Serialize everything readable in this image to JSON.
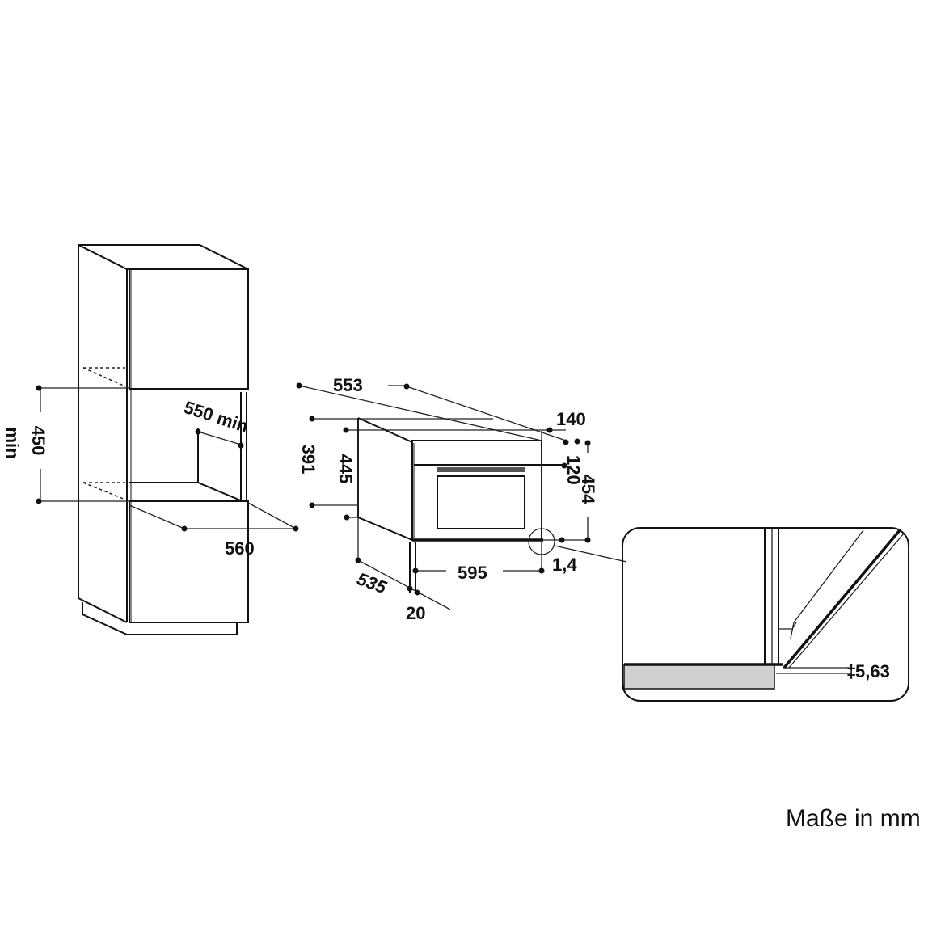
{
  "diagram": {
    "units_label": "Maße in mm",
    "cabinet": {
      "niche_height": "450",
      "niche_height_suffix": "min",
      "niche_depth": "550 min",
      "niche_width": "560"
    },
    "appliance": {
      "depth_top": "553",
      "height_391": "391",
      "height_445": "445",
      "top_offset": "140",
      "control_panel": "120",
      "total_height": "454",
      "width": "595",
      "depth_body": "535",
      "front_thickness": "20",
      "gap": "1,4"
    },
    "detail": {
      "door_gap": "5,63"
    },
    "colors": {
      "line": "#111111",
      "fill_gray": "#d0d0d0",
      "background": "#ffffff"
    }
  }
}
